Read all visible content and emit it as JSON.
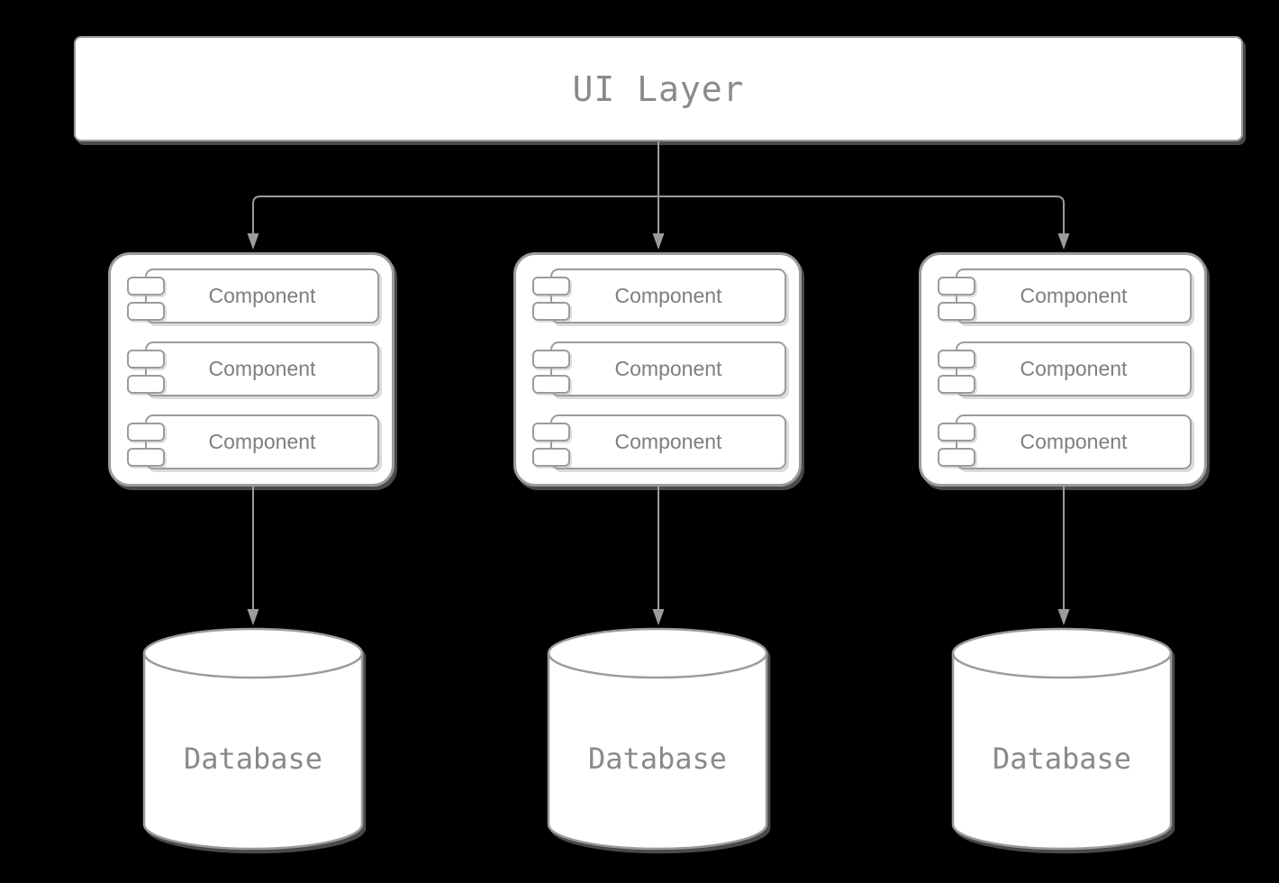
{
  "ui_layer": {
    "label": "UI Layer"
  },
  "groups": [
    {
      "id": "left",
      "components": [
        {
          "label": "Component"
        },
        {
          "label": "Component"
        },
        {
          "label": "Component"
        }
      ],
      "database": {
        "label": "Database"
      }
    },
    {
      "id": "middle",
      "components": [
        {
          "label": "Component"
        },
        {
          "label": "Component"
        },
        {
          "label": "Component"
        }
      ],
      "database": {
        "label": "Database"
      }
    },
    {
      "id": "right",
      "components": [
        {
          "label": "Component"
        },
        {
          "label": "Component"
        },
        {
          "label": "Component"
        }
      ],
      "database": {
        "label": "Database"
      }
    }
  ],
  "colors": {
    "background": "#000000",
    "shape_fill": "#ffffff",
    "stroke": "#9b9b9b",
    "mono_text": "#8a8a8a",
    "component_text": "#7e7e7e"
  }
}
